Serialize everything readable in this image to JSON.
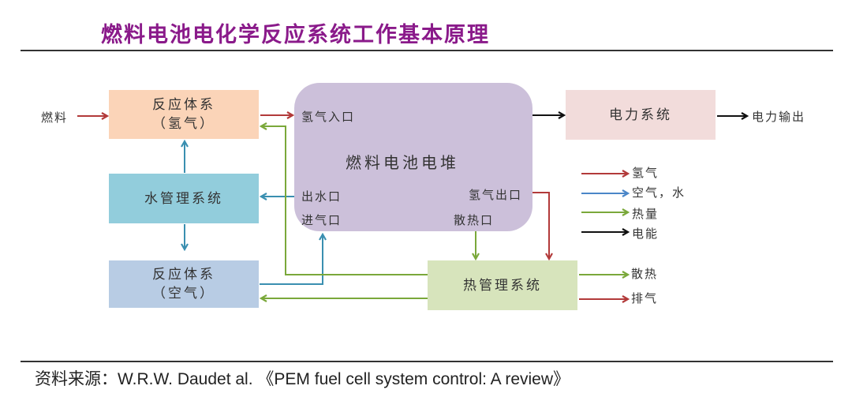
{
  "title": "燃料电池电化学反应系统工作基本原理",
  "colors": {
    "hydrogen": "#b23a3a",
    "air_water": "#3a8fb0",
    "heat": "#7aa83a",
    "electric": "#111111",
    "legend_air_water": "#4a86c8"
  },
  "nodes": {
    "reaction_h2": {
      "line1": "反应体系",
      "line2": "（氢气）"
    },
    "water_mgmt": {
      "label": "水管理系统"
    },
    "reaction_air": {
      "line1": "反应体系",
      "line2": "（空气）"
    },
    "stack": {
      "label": "燃料电池电堆",
      "h2_inlet": "氢气入口",
      "water_outlet": "出水口",
      "air_inlet": "进气口",
      "h2_outlet": "氢气出口",
      "heat_outlet": "散热口"
    },
    "power_system": {
      "label": "电力系统"
    },
    "thermal_mgmt": {
      "label": "热管理系统"
    }
  },
  "edge_labels": {
    "fuel_in": "燃料",
    "power_out": "电力输出",
    "heat_out": "散热",
    "exhaust": "排气"
  },
  "legend": [
    {
      "label": "氢气",
      "type": "hydrogen"
    },
    {
      "label": "空气，水",
      "type": "air_water"
    },
    {
      "label": "热量",
      "type": "heat"
    },
    {
      "label": "电能",
      "type": "electric"
    }
  ],
  "source": {
    "prefix": "资料来源：",
    "text": "W.R.W. Daudet al. 《PEM fuel cell system control: A review》"
  }
}
